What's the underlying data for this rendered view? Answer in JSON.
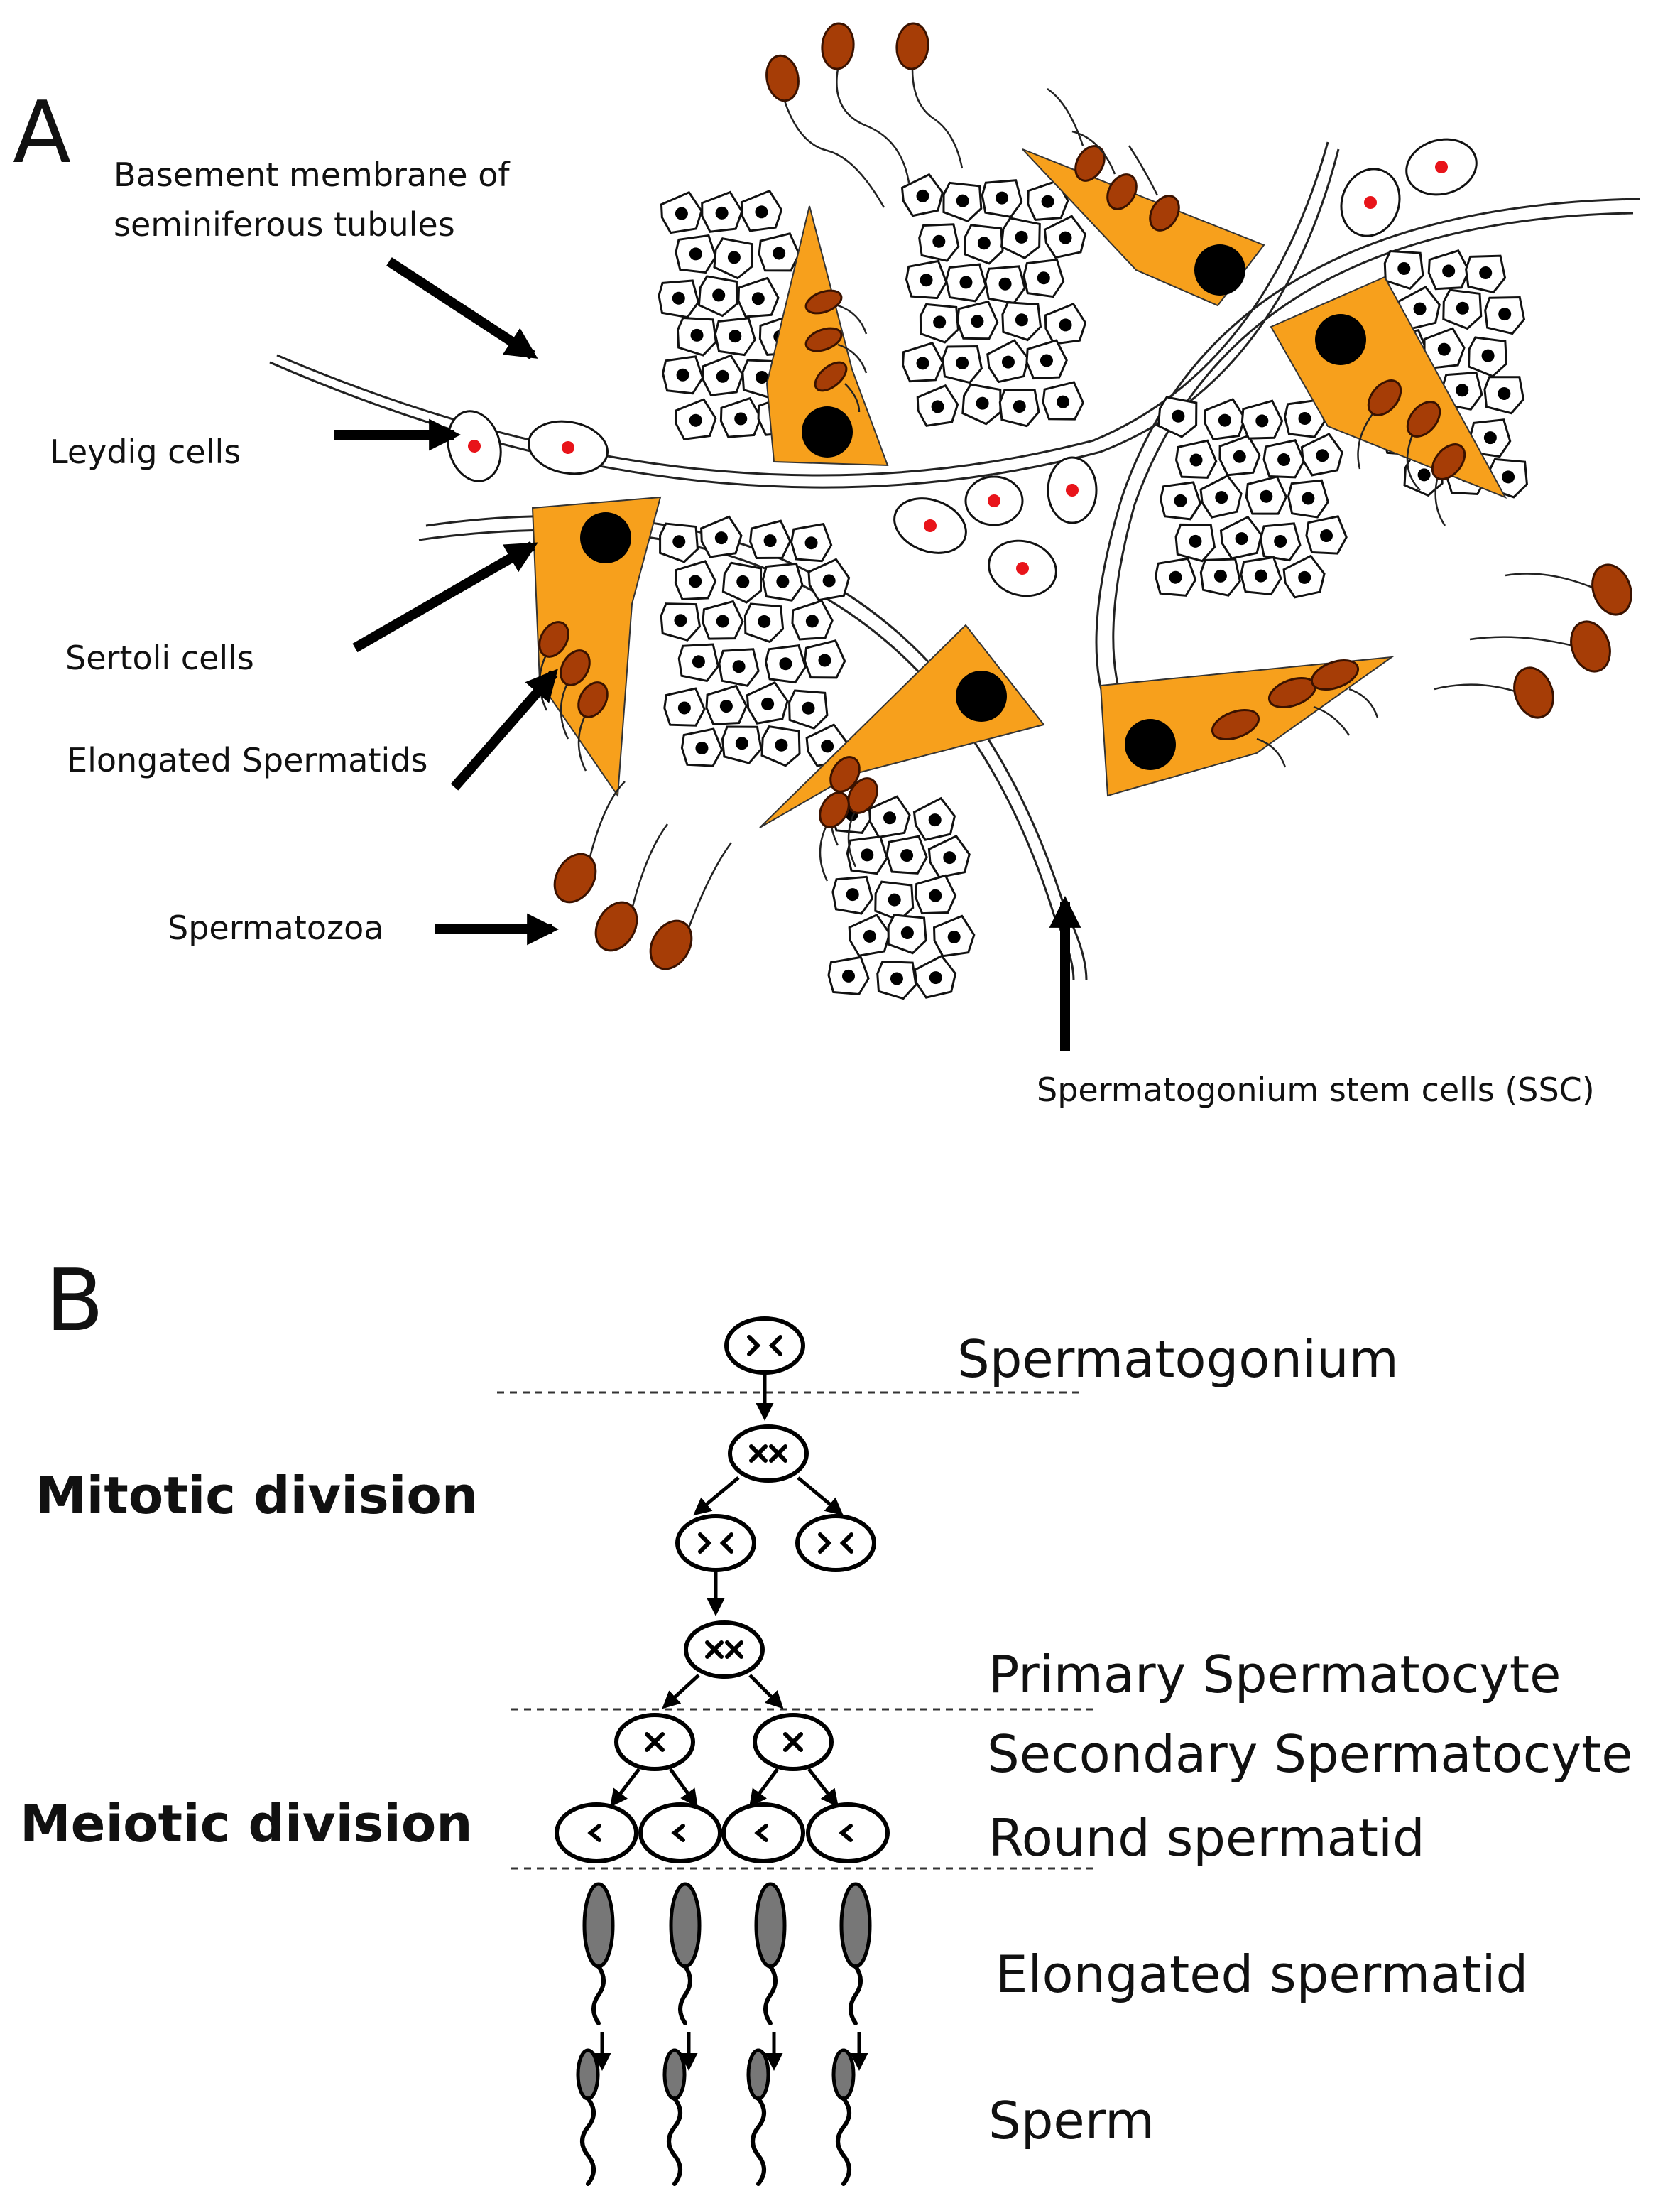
{
  "panel_a": {
    "letter": "A",
    "labels": {
      "basement_line1": "Basement membrane of",
      "basement_line2": "seminiferous tubules",
      "leydig": "Leydig cells",
      "sertoli": "Sertoli cells",
      "elongated": "Elongated Spermatids",
      "spermatozoa": "Spermatozoa",
      "ssc": "Spermatogonium stem cells (SSC)"
    }
  },
  "panel_b": {
    "letter": "B",
    "stages": {
      "spermatogonium": "Spermatogonium",
      "primary": "Primary Spermatocyte",
      "secondary": "Secondary Spermatocyte",
      "round": "Round spermatid",
      "elongated": "Elongated spermatid",
      "sperm": "Sperm"
    },
    "phases": {
      "mitotic": "Mitotic division",
      "meiotic": "Meiotic division"
    }
  },
  "colors": {
    "sertoli": "#f7a01c",
    "sperm_head": "#a63d06",
    "leydig_nucleus": "#e8141a",
    "elongated_spermatid": "#777777"
  }
}
